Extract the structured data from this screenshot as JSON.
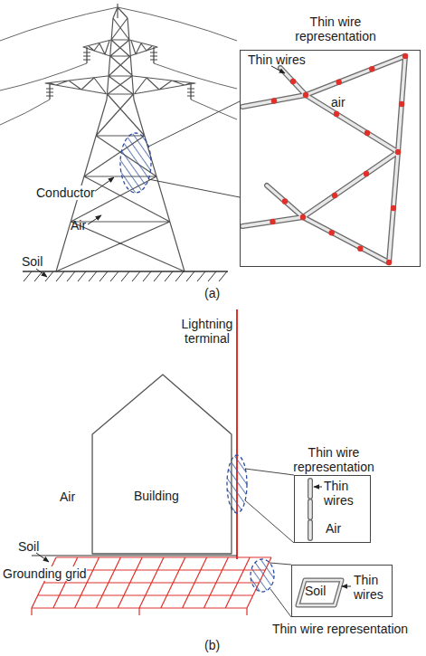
{
  "diagram": {
    "nodes": [
      {
        "text": [
          "Thin wire representation",
          "Thin wires",
          "air"
        ]
      },
      {
        "text": [
          "Building"
        ]
      },
      {
        "text": [
          "Thin wire representation",
          "Thin wires",
          "Air"
        ]
      },
      {
        "text": [
          "Soil",
          "Thin wires",
          "Thin wire representation"
        ]
      }
    ],
    "labels": [
      "Conductor",
      "Air",
      "Soil",
      "(a)",
      "Lightning terminal",
      "Air",
      "Soil",
      "Grounding grid",
      "(b)"
    ]
  }
}
